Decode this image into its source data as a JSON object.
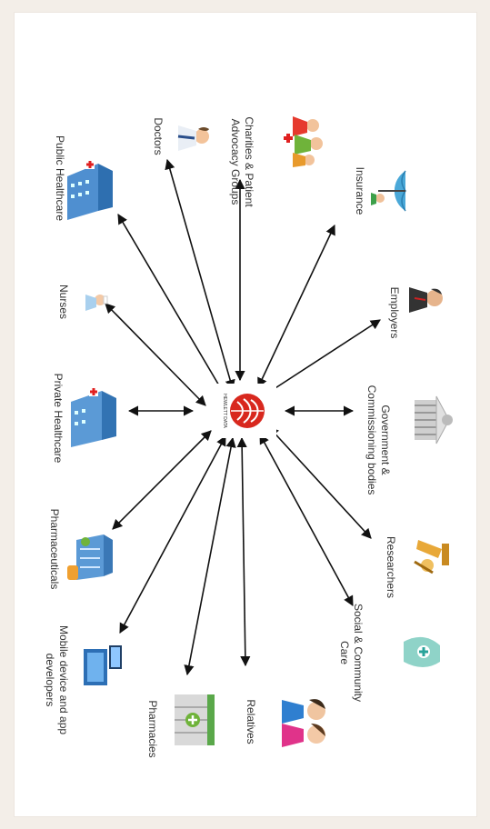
{
  "center": {
    "logo_caption": "HEWLETT DATA"
  },
  "nodes": [
    {
      "id": "public-healthcare",
      "label": [
        "Public Healthcare"
      ],
      "icon": "hospital-building-icon"
    },
    {
      "id": "doctors",
      "label": [
        "Doctors"
      ],
      "icon": "doctor-icon"
    },
    {
      "id": "charities",
      "label": [
        "Charities & Patient",
        "Advocacy Groups"
      ],
      "icon": "people-group-icon"
    },
    {
      "id": "insurance",
      "label": [
        "Insurance"
      ],
      "icon": "umbrella-icon"
    },
    {
      "id": "nurses",
      "label": [
        "Nurses"
      ],
      "icon": "nurse-icon"
    },
    {
      "id": "employers",
      "label": [
        "Employers"
      ],
      "icon": "businessman-icon"
    },
    {
      "id": "private-healthcare",
      "label": [
        "Private Healthcare"
      ],
      "icon": "hospital-building-icon"
    },
    {
      "id": "government",
      "label": [
        "Government &",
        "Commissioning bodies"
      ],
      "icon": "government-building-icon"
    },
    {
      "id": "pharmaceuticals",
      "label": [
        "Pharmaceuticals"
      ],
      "icon": "pharma-factory-icon"
    },
    {
      "id": "researchers",
      "label": [
        "Researchers"
      ],
      "icon": "microscope-icon"
    },
    {
      "id": "mobile",
      "label": [
        "Mobile device and app",
        "developers"
      ],
      "icon": "devices-icon"
    },
    {
      "id": "social-care",
      "label": [
        "Social & Community",
        "Care"
      ],
      "icon": "caring-hands-icon"
    },
    {
      "id": "pharmacies",
      "label": [
        "Pharmacies"
      ],
      "icon": "pharmacy-icon"
    },
    {
      "id": "relatives",
      "label": [
        "Relatives"
      ],
      "icon": "family-icon"
    }
  ]
}
